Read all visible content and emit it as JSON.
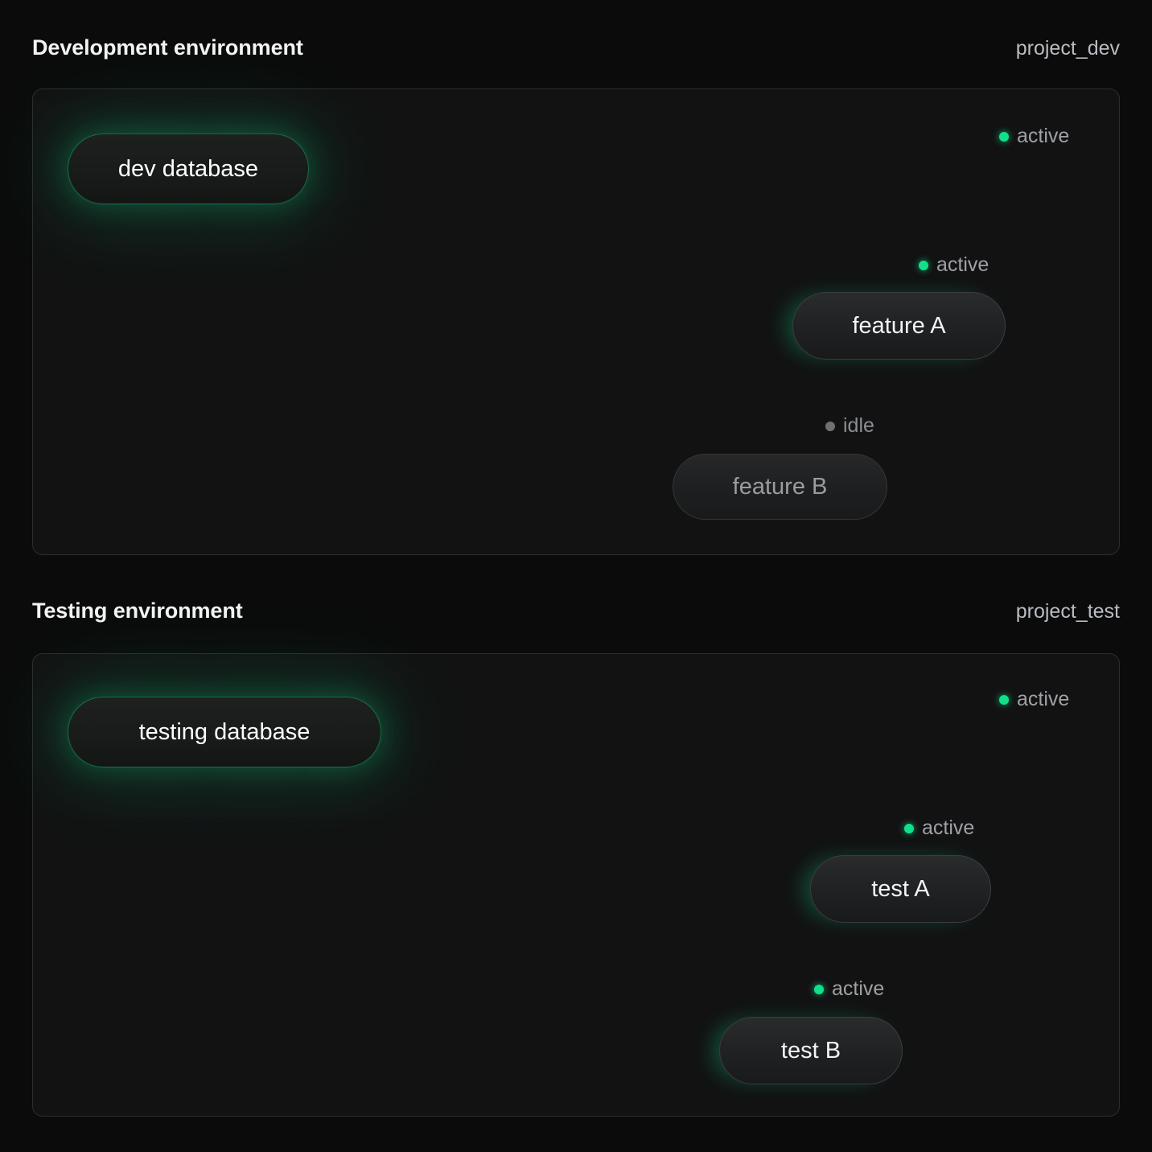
{
  "theme": {
    "page_bg": "#0b0b0c",
    "card_bg": "#121213",
    "card_border": "#2c2d2e",
    "accent_green": "#10e08a",
    "idle_gray": "#6e7174",
    "text_primary": "#f2f3f4",
    "text_muted": "#9ea1a5"
  },
  "sections": [
    {
      "id": "development",
      "title": "Development environment",
      "project": "project_dev",
      "database": {
        "label": "dev database",
        "state": "active"
      },
      "trunk_status": {
        "label": "active",
        "state": "active"
      },
      "children": [
        {
          "label": "feature A",
          "state": "active",
          "status_label": "active"
        },
        {
          "label": "feature B",
          "state": "idle",
          "status_label": "idle"
        }
      ]
    },
    {
      "id": "testing",
      "title": "Testing environment",
      "project": "project_test",
      "database": {
        "label": "testing database",
        "state": "active"
      },
      "trunk_status": {
        "label": "active",
        "state": "active"
      },
      "children": [
        {
          "label": "test A",
          "state": "active",
          "status_label": "active"
        },
        {
          "label": "test B",
          "state": "active",
          "status_label": "active"
        }
      ]
    }
  ]
}
